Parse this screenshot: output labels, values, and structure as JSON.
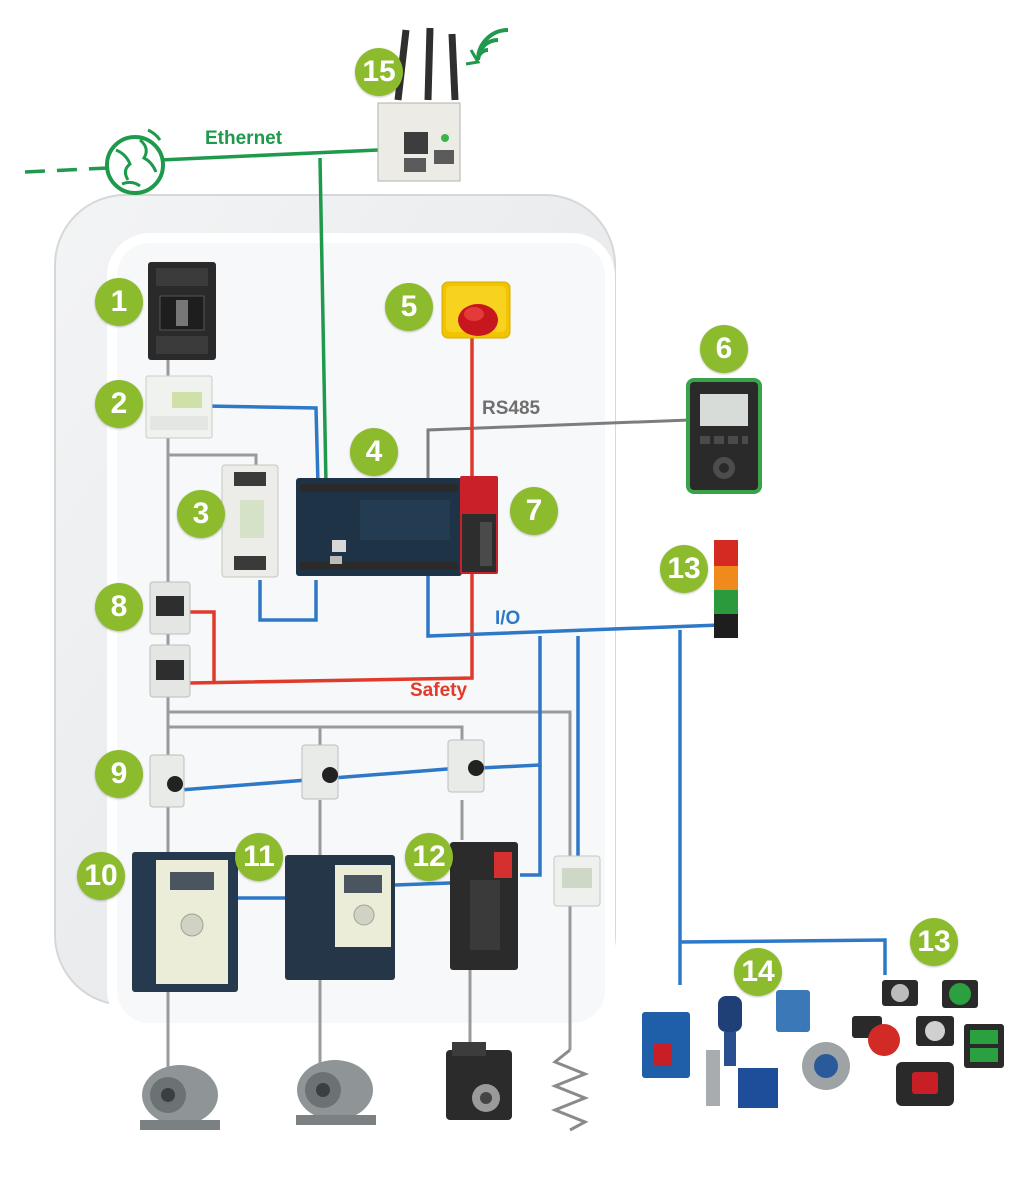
{
  "labels": {
    "ethernet": "Ethernet",
    "rs485": "RS485",
    "io": "I/O",
    "safety": "Safety"
  },
  "badges": [
    "1",
    "2",
    "3",
    "4",
    "5",
    "6",
    "7",
    "8",
    "9",
    "10",
    "11",
    "12",
    "13",
    "13",
    "14",
    "15"
  ],
  "colors": {
    "ethernet": "#1f9a4c",
    "io": "#2e78c8",
    "safety": "#e03a2a",
    "rs485": "#7d7d7d",
    "badge": "#8dbb2e"
  }
}
